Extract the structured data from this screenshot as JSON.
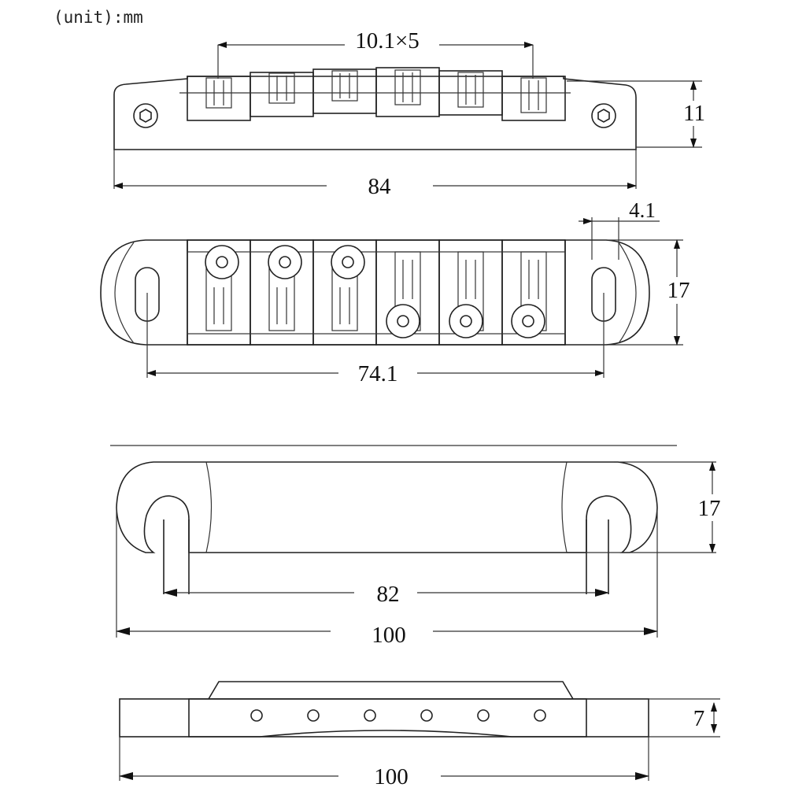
{
  "unit_note": "(unit):mm",
  "views": {
    "top": {
      "spacing": "10.1×5",
      "height": "11",
      "length": "84"
    },
    "plan": {
      "offset": "4.1",
      "width": "17",
      "post_spacing": "74.1"
    },
    "tailpiece_side": {
      "height": "17",
      "post_spacing": "82",
      "length": "100"
    },
    "tailpiece_front": {
      "height": "7",
      "length": "100"
    }
  }
}
